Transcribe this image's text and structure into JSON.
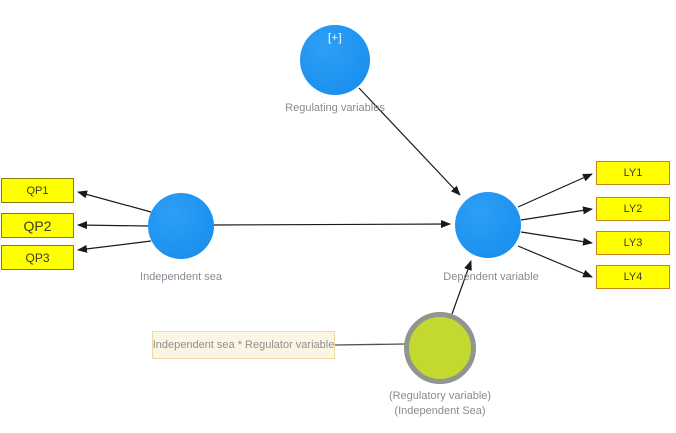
{
  "diagram": {
    "nodes": {
      "regulating": {
        "label": "Regulating variables",
        "badge": "[+]"
      },
      "independent": {
        "label": "Independent sea"
      },
      "dependent": {
        "label": "Dependent variable"
      },
      "moderator": {
        "label_line1": "(Regulatory variable)",
        "label_line2": "(Independent Sea)"
      },
      "interaction_term": {
        "label": "Independent sea * Regulator variable"
      }
    },
    "indicators": {
      "independent": [
        "QP1",
        "QP2",
        "QP3"
      ],
      "dependent": [
        "LY1",
        "LY2",
        "LY3",
        "LY4"
      ]
    },
    "colors": {
      "construct_blue": "#1e93f0",
      "indicator_yellow": "#ffff00",
      "indicator_border": "#c8841a",
      "moderator_green": "#c3d930",
      "moderator_ring": "#8e968f",
      "interaction_fill": "#fbf5e3",
      "interaction_border": "#efd9a7",
      "label_gray": "#8a8a94",
      "arrow_black": "#1a1a1a"
    }
  }
}
